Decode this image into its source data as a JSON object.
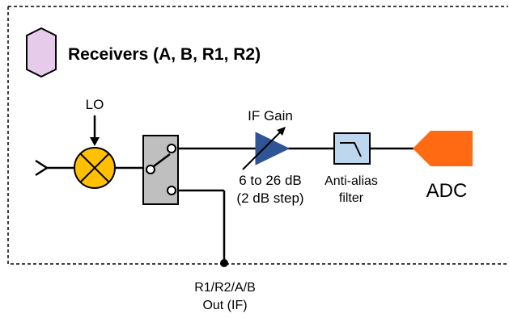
{
  "title": "Receivers (A,  B, R1, R2)",
  "lo_label": "LO",
  "if_gain": {
    "label": "IF Gain",
    "range": "6 to 26 dB",
    "step": "(2 dB step)"
  },
  "filter": {
    "label_line1": "Anti-alias",
    "label_line2": "filter"
  },
  "adc_label": "ADC",
  "output": {
    "line1": "R1/R2/A/B",
    "line2": "Out (IF)"
  },
  "colors": {
    "receiver_hex": "#E6CCEA",
    "mixer": "#FFC000",
    "switch": "#BFBFBF",
    "amplifier": "#2F5597",
    "filter": "#BDD7EE",
    "adc": "#FF6A13"
  },
  "icons": {
    "receiver": "hexagon-icon",
    "mixer": "mixer-icon",
    "switch": "switch-icon",
    "amplifier": "variable-gain-amplifier-icon",
    "filter": "lowpass-filter-icon",
    "adc": "adc-icon"
  }
}
